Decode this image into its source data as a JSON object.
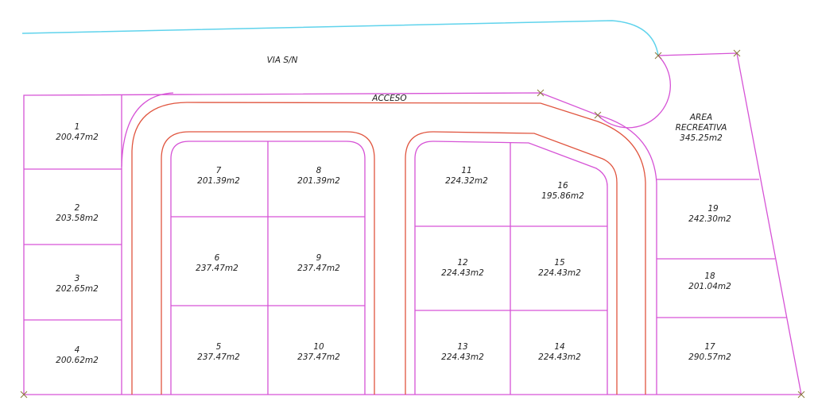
{
  "labels": {
    "street": "VIA S/N",
    "access": "ACCESO",
    "recreation_line1": "AREA",
    "recreation_line2": "RECREATIVA",
    "recreation_area": "345.25m2"
  },
  "lots": [
    {
      "number": "1",
      "area": "200.47m2"
    },
    {
      "number": "2",
      "area": "203.58m2"
    },
    {
      "number": "3",
      "area": "202.65m2"
    },
    {
      "number": "4",
      "area": "200.62m2"
    },
    {
      "number": "5",
      "area": "237.47m2"
    },
    {
      "number": "6",
      "area": "237.47m2"
    },
    {
      "number": "7",
      "area": "201.39m2"
    },
    {
      "number": "8",
      "area": "201.39m2"
    },
    {
      "number": "9",
      "area": "237.47m2"
    },
    {
      "number": "10",
      "area": "237.47m2"
    },
    {
      "number": "11",
      "area": "224.32m2"
    },
    {
      "number": "12",
      "area": "224.43m2"
    },
    {
      "number": "13",
      "area": "224.43m2"
    },
    {
      "number": "14",
      "area": "224.43m2"
    },
    {
      "number": "15",
      "area": "224.43m2"
    },
    {
      "number": "16",
      "area": "195.86m2"
    },
    {
      "number": "17",
      "area": "290.57m2"
    },
    {
      "number": "18",
      "area": "201.04m2"
    },
    {
      "number": "19",
      "area": "242.30m2"
    }
  ],
  "colors": {
    "lot_lines": "#d653d6",
    "road_lines": "#e0553f",
    "street_line": "#5fd3ec"
  }
}
